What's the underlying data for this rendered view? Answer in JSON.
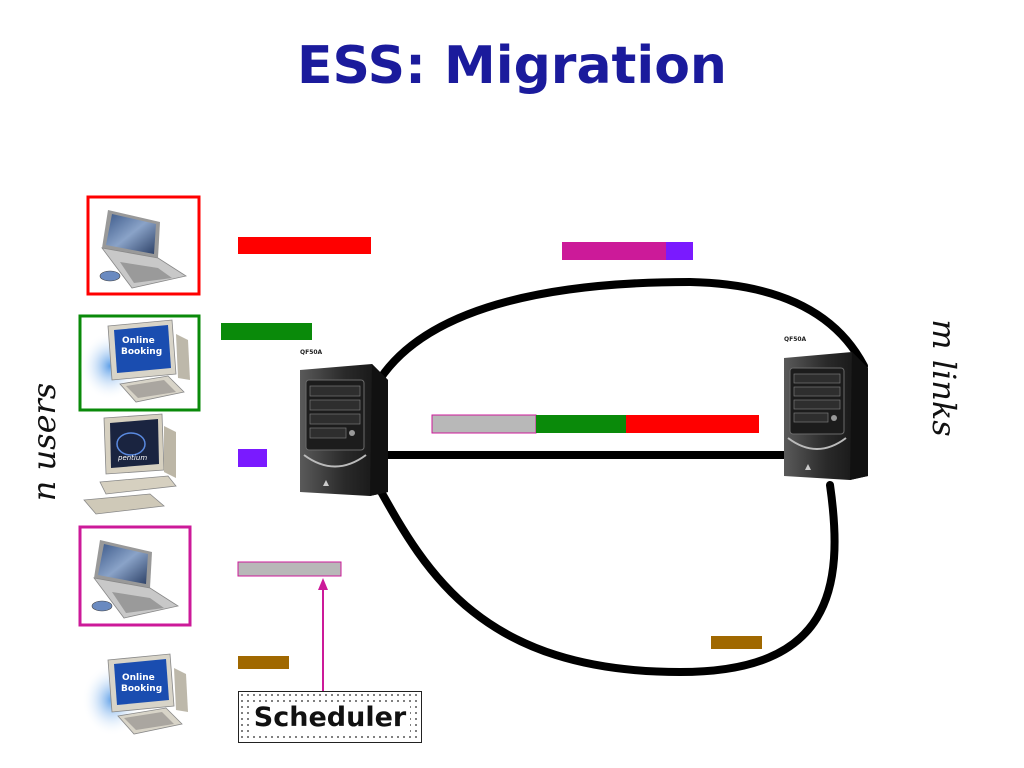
{
  "slide": {
    "title": "ESS: Migration",
    "users_label": "n   users",
    "links_label": "m   links",
    "scheduler_label": "Scheduler"
  },
  "icons": {
    "online_booking_text_1": "Online",
    "online_booking_text_2": "Booking",
    "pentium_text": "pentium",
    "server_model": "QF50A"
  },
  "colors": {
    "title": "#1b1b9c",
    "red": "#ff0000",
    "green": "#0a8a0a",
    "purple": "#7a1aff",
    "magenta": "#cc1a99",
    "gray": "#b8b8b8",
    "brown": "#a06800",
    "link": "#000000"
  }
}
